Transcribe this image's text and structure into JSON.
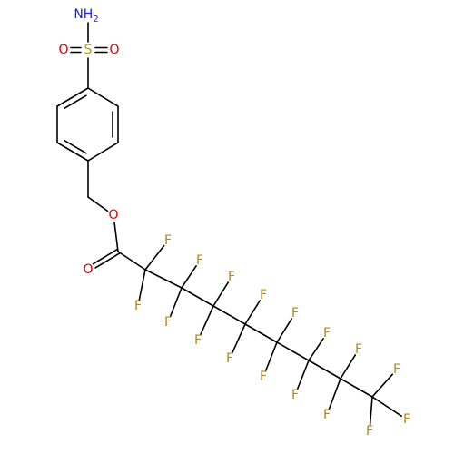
{
  "colors": {
    "bond": "#000000",
    "F": "#b8860b",
    "O": "#e00000",
    "S": "#b8a000",
    "N": "#1a1aff"
  },
  "labels": {
    "N": "NH",
    "N_sub": "2",
    "S": "S",
    "O": "O",
    "F": "F"
  }
}
